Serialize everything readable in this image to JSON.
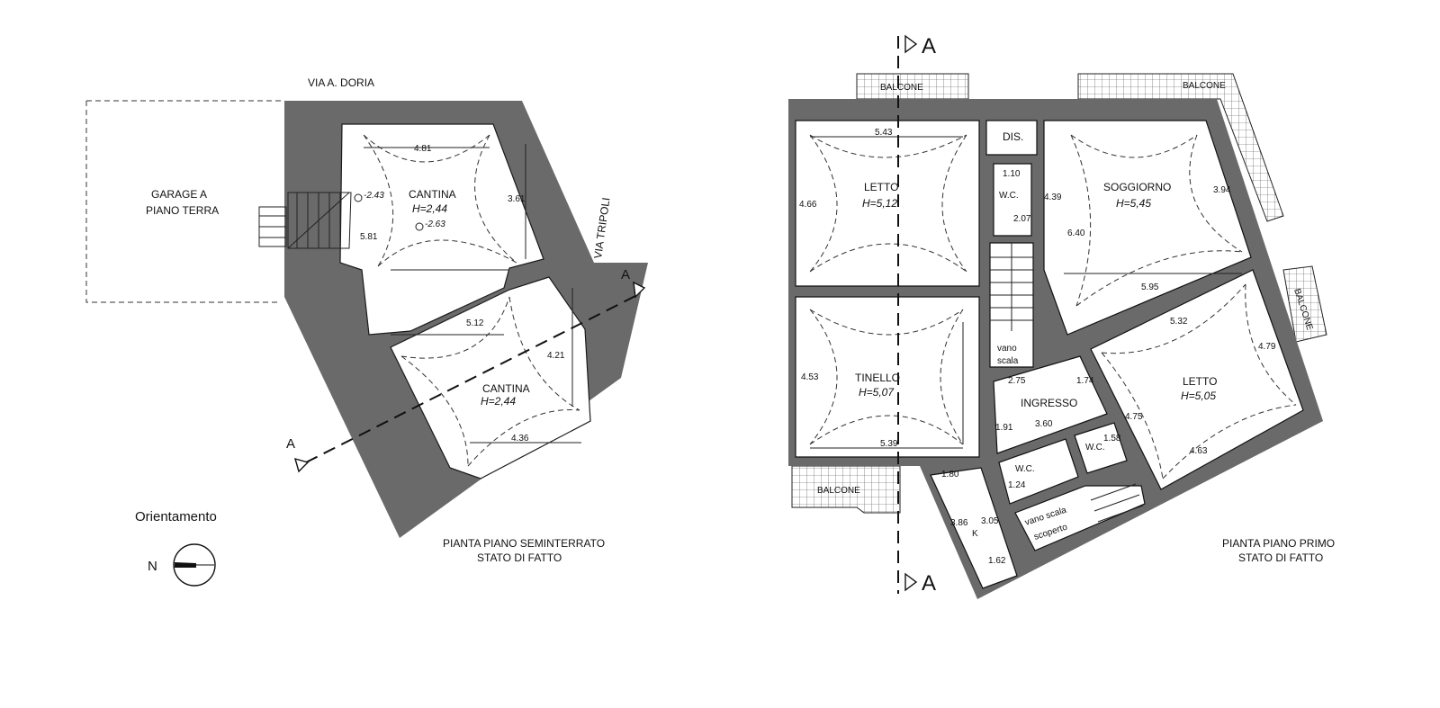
{
  "street_top": "VIA A. DORIA",
  "street_side": "VIA TRIPOLI",
  "garage": [
    "GARAGE A",
    "PIANO TERRA"
  ],
  "orientation": {
    "title": "Orientamento",
    "north_letter": "N"
  },
  "section_letter": "A",
  "basement": {
    "title": [
      "PIANTA PIANO SEMINTERRATO",
      "STATO DI FATTO"
    ],
    "rooms": [
      {
        "name": "CANTINA",
        "height": "H=2,44"
      },
      {
        "name": "CANTINA",
        "height": "H=2,44"
      }
    ],
    "levels": [
      "-2.43",
      "-2.63"
    ],
    "dims": [
      "4.81",
      "3.61",
      "5.81",
      "5.12",
      "4.21",
      "4.36"
    ]
  },
  "first_floor": {
    "title": [
      "PIANTA PIANO PRIMO",
      "STATO DI FATTO"
    ],
    "balconies": [
      "BALCONE",
      "BALCONE",
      "BALCONE",
      "BALCONE"
    ],
    "rooms": {
      "letto1": {
        "name": "LETTO",
        "height": "H=5,12"
      },
      "soggiorno": {
        "name": "SOGGIORNO",
        "height": "H=5,45"
      },
      "tinello": {
        "name": "TINELLO",
        "height": "H=5,07"
      },
      "letto2": {
        "name": "LETTO",
        "height": "H=5,05"
      },
      "dis": "DIS.",
      "wc1": "W.C.",
      "wc2": "W.C.",
      "wc3": "W.C.",
      "ingresso": "INGRESSO",
      "vano_scala": [
        "vano",
        "scala"
      ],
      "vano_scala_scoperto": [
        "vano scala",
        "scoperto"
      ],
      "k": "K"
    },
    "dims": {
      "d543": "5.43",
      "d466": "4.66",
      "d110": "1.10",
      "d207": "2.07",
      "d439": "4.39",
      "d640": "6.40",
      "d394": "3.94",
      "d595": "5.95",
      "d532": "5.32",
      "d479": "4.79",
      "d453": "4.53",
      "d539": "5.39",
      "d275": "2.75",
      "d174": "1.74",
      "d360": "3.60",
      "d191": "1.91",
      "d475": "4.75",
      "d463": "4.63",
      "d158": "1.58",
      "d124": "1.24",
      "d180": "1.80",
      "d386": "3.86",
      "d305": "3.05",
      "d162": "1.62"
    }
  }
}
